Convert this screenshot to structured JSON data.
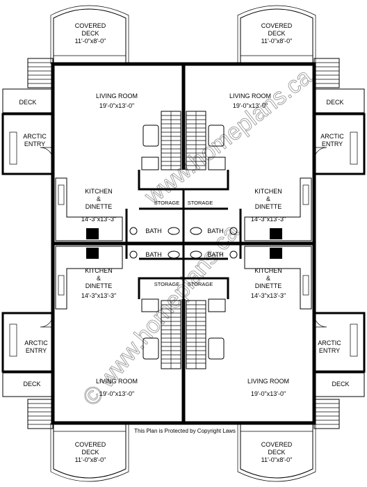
{
  "units": {
    "top_left": {
      "covered_deck": {
        "name": "COVERED",
        "name2": "DECK",
        "dim": "11'-0\"x8'-0\""
      },
      "deck": "DECK",
      "arctic_entry": {
        "line1": "ARCTIC",
        "line2": "ENTRY"
      },
      "living_room": {
        "name": "LIVING ROOM",
        "dim": "19'-0\"x13'-0\""
      },
      "kitchen": {
        "line1": "KITCHEN",
        "line2": "&",
        "line3": "DINETTE",
        "dim": "14'-3\"x13'-3\""
      },
      "storage": "STORAGE",
      "bath": "BATH"
    },
    "top_right": {
      "covered_deck": {
        "name": "COVERED",
        "name2": "DECK",
        "dim": "11'-0\"x8'-0\""
      },
      "deck": "DECK",
      "arctic_entry": {
        "line1": "ARCTIC",
        "line2": "ENTRY"
      },
      "living_room": {
        "name": "LIVING ROOM",
        "dim": "19'-0\"x13'-0\""
      },
      "kitchen": {
        "line1": "KITCHEN",
        "line2": "&",
        "line3": "DINETTE",
        "dim": "14'-3\"x13'-3\""
      },
      "storage": "STORAGE",
      "bath": "BATH"
    },
    "bottom_left": {
      "covered_deck": {
        "name": "COVERED",
        "name2": "DECK",
        "dim": "11'-0\"x8'-0\""
      },
      "deck": "DECK",
      "arctic_entry": {
        "line1": "ARCTIC",
        "line2": "ENTRY"
      },
      "living_room": {
        "name": "LIVING ROOM",
        "dim": "19'-0\"x13'-0\""
      },
      "kitchen": {
        "line1": "KITCHEN",
        "line2": "&",
        "line3": "DINETTE",
        "dim": "14'-3\"x13'-3\""
      },
      "storage": "STORAGE",
      "bath": "BATH"
    },
    "bottom_right": {
      "covered_deck": {
        "name": "COVERED",
        "name2": "DECK",
        "dim": "11'-0\"x8'-0\""
      },
      "deck": "DECK",
      "arctic_entry": {
        "line1": "ARCTIC",
        "line2": "ENTRY"
      },
      "living_room": {
        "name": "LIVING ROOM",
        "dim": "19'-0\"x13'-0\""
      },
      "kitchen": {
        "line1": "KITCHEN",
        "line2": "&",
        "line3": "DINETTE",
        "dim": "14'-3\"x13'-3\""
      },
      "storage": "STORAGE",
      "bath": "BATH"
    }
  },
  "copyright_note": "This Plan is Protected by Copyright Laws",
  "watermark_top": "www.homeplans.ca",
  "watermark_bottom": "© www.homeplans.ca"
}
